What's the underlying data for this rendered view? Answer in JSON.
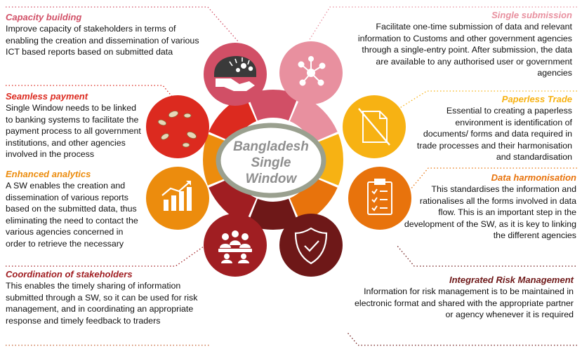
{
  "center": {
    "line1": "Bangladesh",
    "line2": "Single",
    "line3": "Window"
  },
  "colors": {
    "capacity": "#d14f66",
    "submission": "#e8909f",
    "paperless": "#f7b213",
    "harmonisation": "#e8730c",
    "risk": "#6e1818",
    "coordination": "#a01e22",
    "analytics": "#ec8c0d",
    "payment": "#dc2a1f"
  },
  "sections": {
    "capacity": {
      "title": "Capacity building",
      "icon": "handshake-icon",
      "lines": [
        "Improve capacity of stakeholders in terms of",
        "enabling the creation and dissemination of various",
        "ICT based reports based on submitted data"
      ]
    },
    "submission": {
      "title": "Single submission",
      "icon": "network-icon",
      "lines": [
        "Facilitate one-time submission of data and relevant",
        "information to Customs and other government agencies",
        "through a single-entry point. After submission, the data",
        "are available to any authorised user or government",
        "agencies"
      ]
    },
    "paperless": {
      "title": "Paperless Trade",
      "icon": "document-icon",
      "lines": [
        "Essential to creating a paperless",
        "environment is identification of",
        "documents/ forms and data required in",
        "trade processes and their harmonisation",
        "and standardisation"
      ]
    },
    "harmonisation": {
      "title": "Data harmonisation",
      "icon": "checklist-icon",
      "lines": [
        "This standardises the information and",
        "rationalises all the forms involved in data",
        "flow. This is an important step in the",
        "development of the SW, as it is key to linking",
        "the different agencies"
      ]
    },
    "risk": {
      "title": "Integrated Risk Management",
      "icon": "shield-check-icon",
      "lines": [
        "Information for risk management is to be maintained in",
        "electronic format and shared with the appropriate partner",
        "or agency whenever it is required"
      ]
    },
    "coordination": {
      "title": "Coordination of stakeholders",
      "icon": "meeting-icon",
      "lines": [
        "This enables the timely sharing of information",
        "submitted through a SW, so it can be used for risk",
        "management, and in coordinating an appropriate",
        "response and timely feedback to traders"
      ]
    },
    "analytics": {
      "title": "Enhanced analytics",
      "icon": "bar-chart-icon",
      "lines": [
        "A SW enables the creation and",
        "dissemination of various reports",
        "based on the submitted data, thus",
        "eliminating the need to contact the",
        "various agencies concerned in",
        "order to retrieve the necessary"
      ]
    },
    "payment": {
      "title": "Seamless payment",
      "icon": "coins-icon",
      "lines": [
        "Single Window needs to be linked",
        "to banking systems to facilitate the",
        "payment process to all government",
        "institutions, and other agencies",
        "involved in the process"
      ]
    }
  }
}
